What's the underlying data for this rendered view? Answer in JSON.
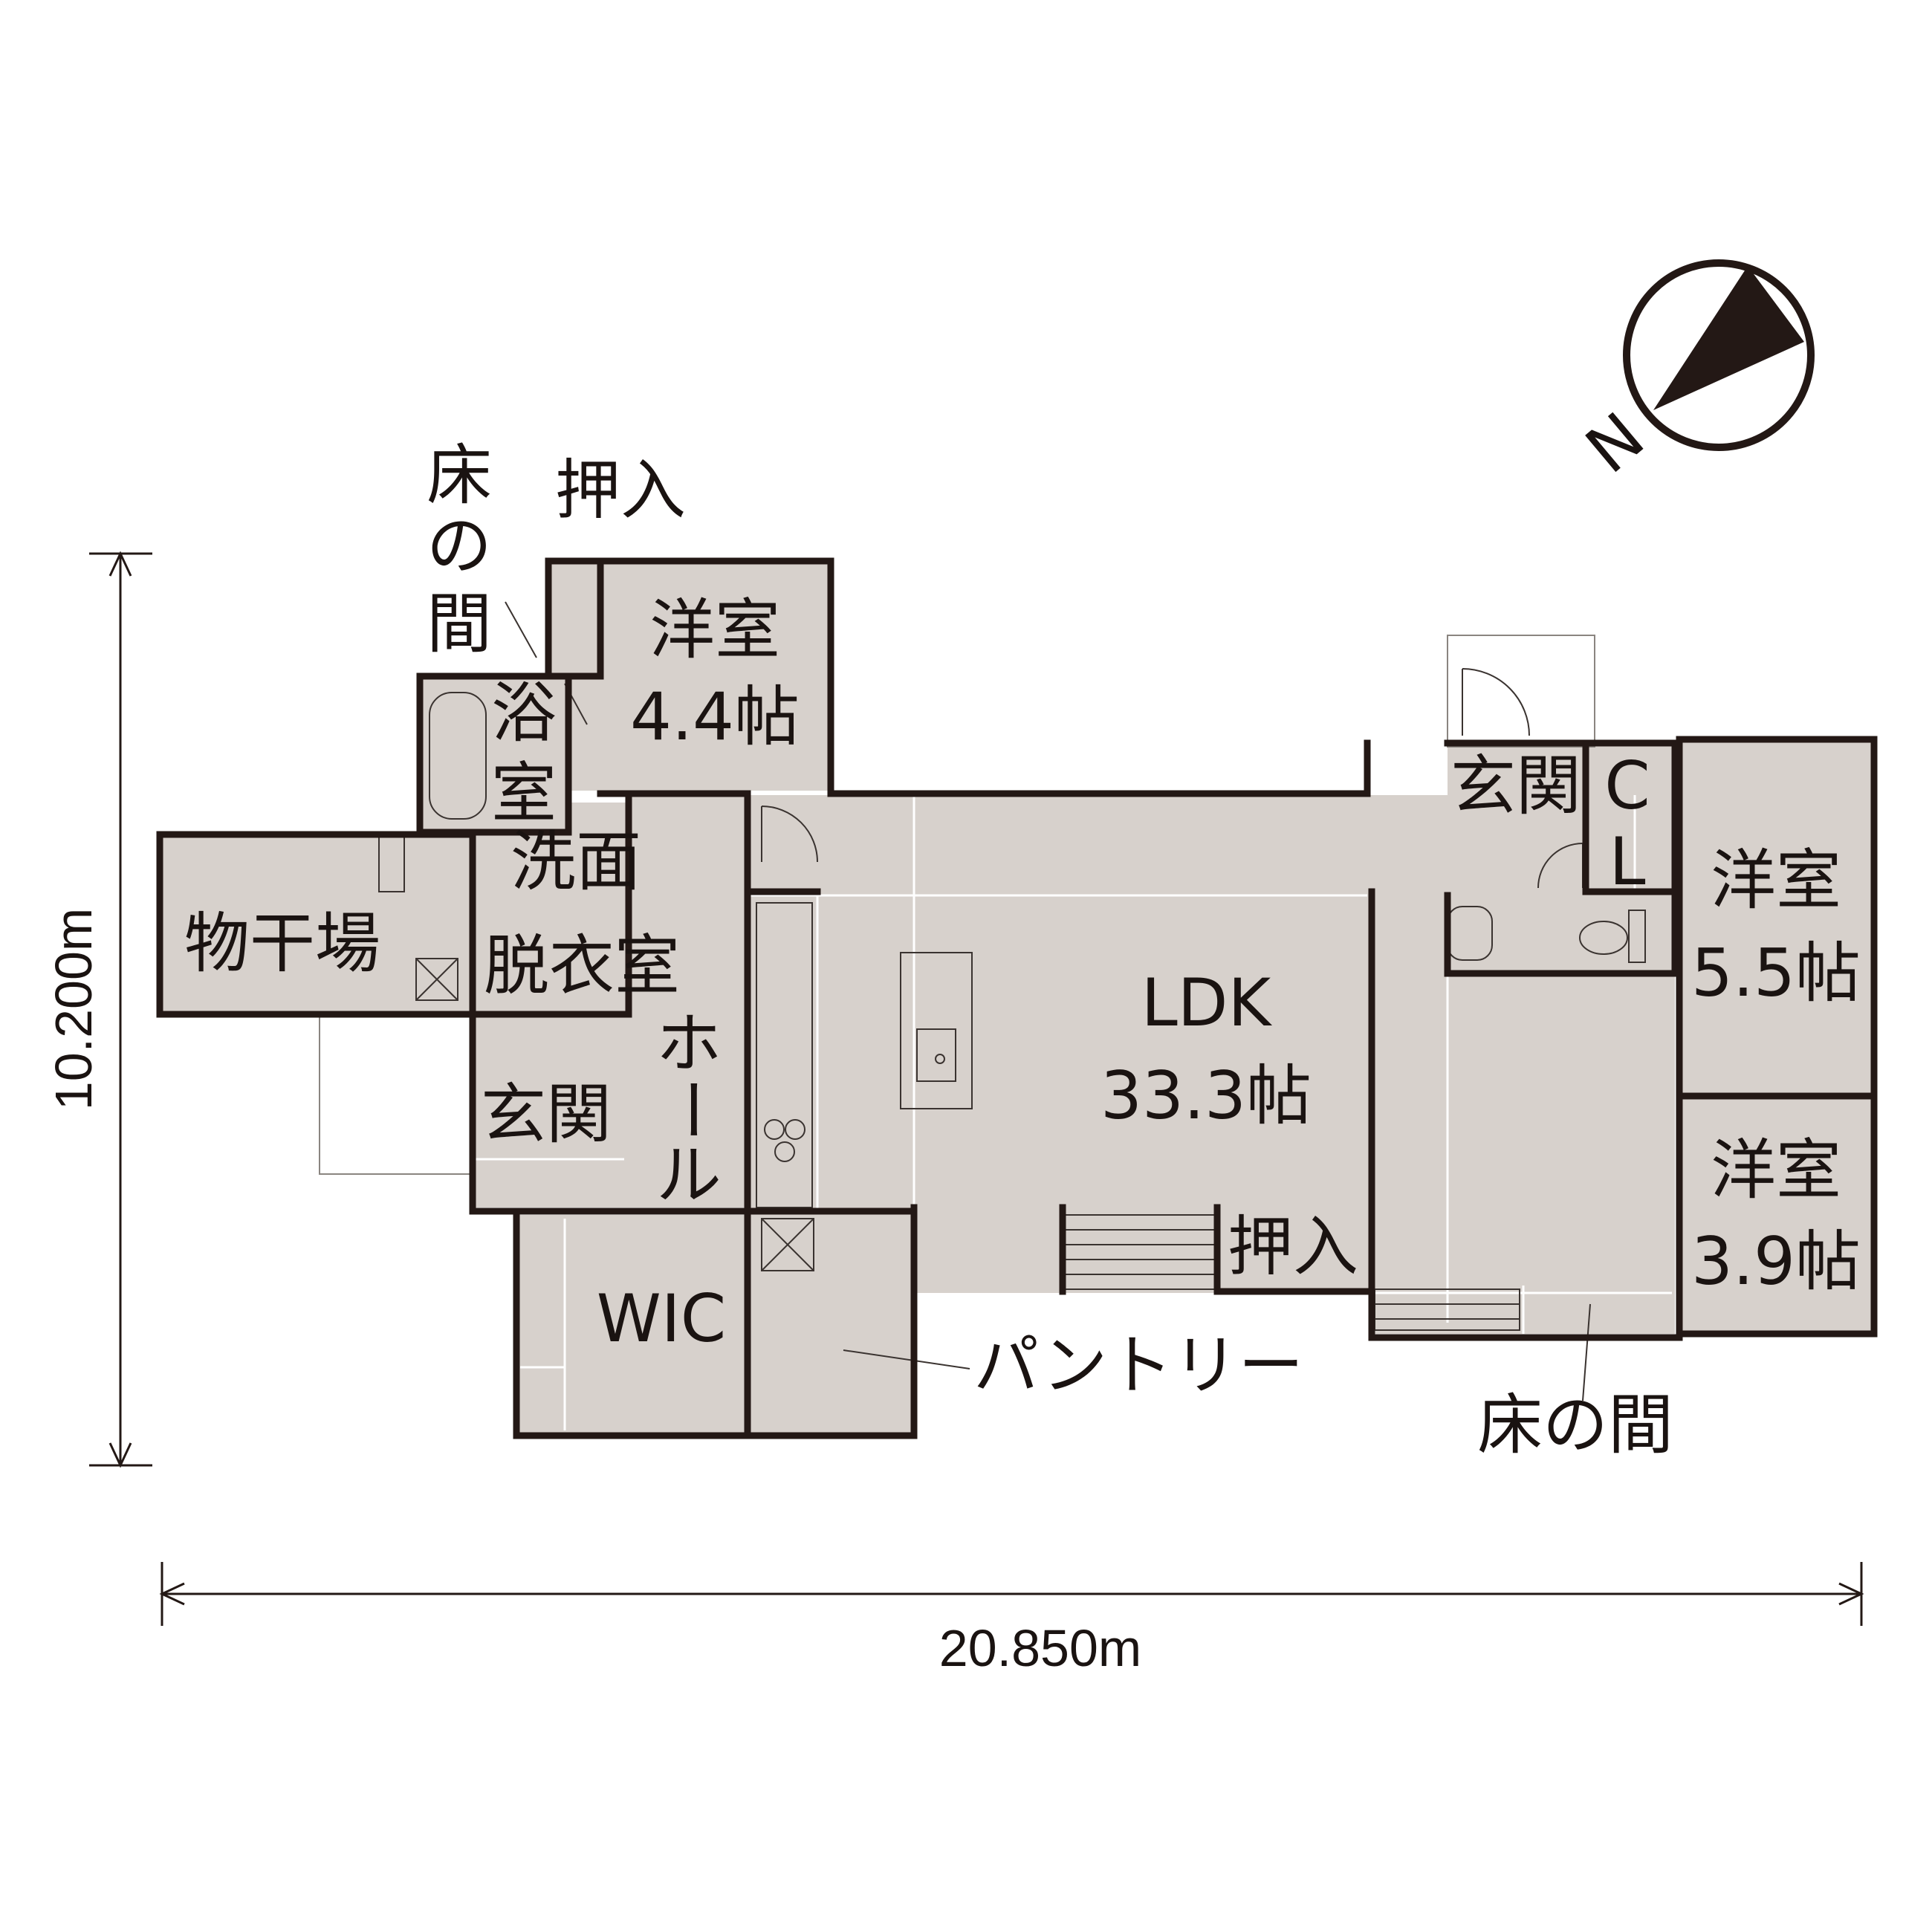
{
  "rooms": {
    "youshitsu_44": {
      "name": "洋室",
      "size": "4.4帖"
    },
    "yokushitsu": {
      "line1": "浴",
      "line2": "室"
    },
    "senmen": {
      "line1": "洗面",
      "line2": "脱衣室"
    },
    "monohoshi": {
      "name": "物干場"
    },
    "genkan_left": {
      "name": "玄関"
    },
    "hall": {
      "c1": "ホ",
      "c2": "ー",
      "c3": "ル"
    },
    "wic": {
      "name": "WIC"
    },
    "pantry": {
      "name": "パントリー"
    },
    "ldk": {
      "name": "LDK",
      "size": "33.3帖"
    },
    "oshiire_mid": {
      "name": "押入"
    },
    "genkan_right": {
      "name": "玄関"
    },
    "cl": {
      "c1": "C",
      "c2": "L"
    },
    "youshitsu_55": {
      "name": "洋室",
      "size": "5.5帖"
    },
    "youshitsu_39": {
      "name": "洋室",
      "size": "3.9帖"
    },
    "tokonoma_bottom": {
      "name": "床の間"
    }
  },
  "callouts": {
    "tokonoma_top": {
      "c1": "床",
      "c2": "の",
      "c3": "間"
    },
    "oshiire_top": {
      "name": "押入"
    }
  },
  "dimensions": {
    "height": "10.200m",
    "width": "20.850m"
  },
  "compass": {
    "north_label": "N"
  },
  "colors": {
    "floor": "#d7d1cc",
    "wall": "#231815",
    "background": "#ffffff"
  }
}
